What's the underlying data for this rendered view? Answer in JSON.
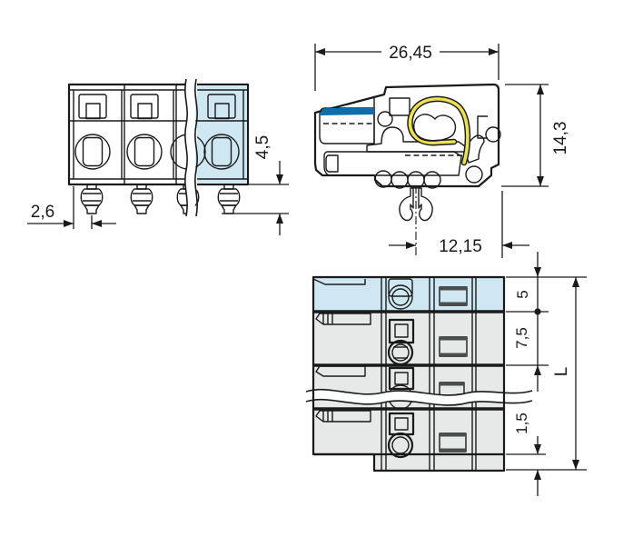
{
  "drawing": {
    "type": "technical-dimension-drawing",
    "views": {
      "front": "front-view-of-multi-pole-connector",
      "side": "side-section-view",
      "bottom": "top-view-pole-rows"
    },
    "dimensions": {
      "side_width": "26,45",
      "side_height": "14,3",
      "front_pin_length": "4,5",
      "front_pin_offset": "2,6",
      "side_foot_offset": "12,15",
      "bottom_row_first": "5",
      "bottom_row_pitch": "7,5",
      "bottom_step": "1,5",
      "bottom_total_length": "L"
    },
    "colors": {
      "housing_gray": "#e6e9e8",
      "tint_light_blue": "#cfe7f2",
      "accent_blue": "#1b8dc6",
      "accent_blue_dark": "#0e6ea8",
      "marker_yellow": "#f5d610",
      "busbar_salmon": "#f5c79b",
      "spring_yellow": "#ece054",
      "outline": "#1a1a1a"
    }
  }
}
